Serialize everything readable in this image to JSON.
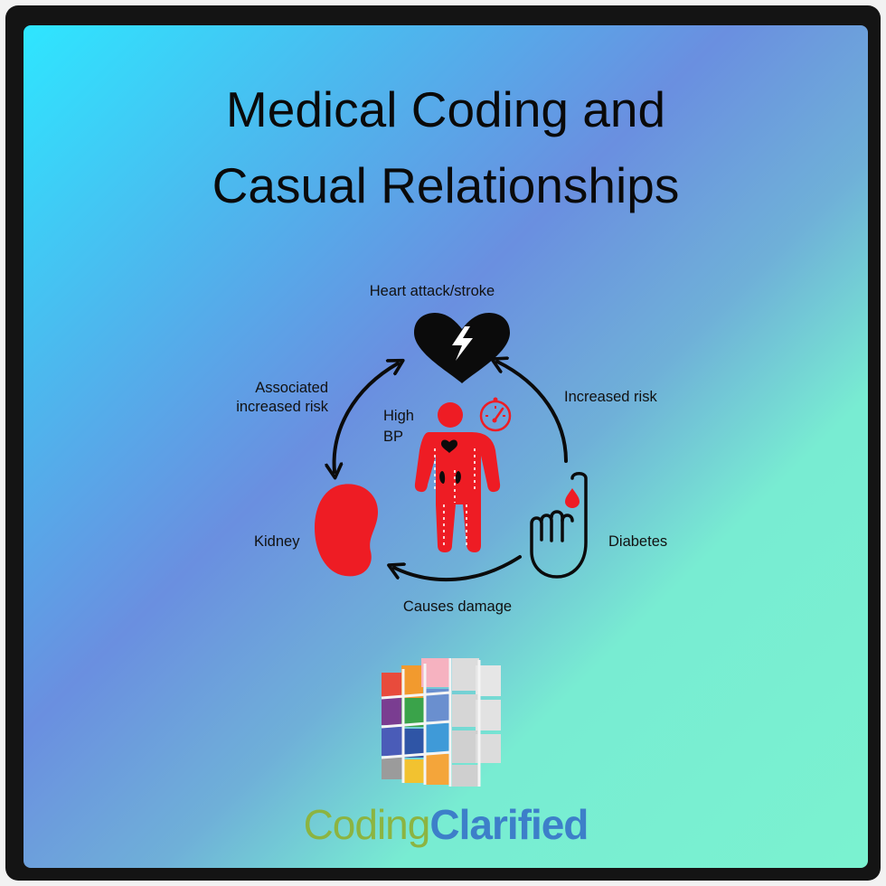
{
  "title": {
    "line1": "Medical Coding and",
    "line2": "Casual Relationships"
  },
  "diagram": {
    "nodes": {
      "heart": "Heart attack/stroke",
      "kidney": "Kidney",
      "diabetes": "Diabetes",
      "bp_line1": "High",
      "bp_line2": "BP"
    },
    "edges": {
      "diabetes_to_heart": "Increased risk",
      "kidney_heart_line1": "Associated",
      "kidney_heart_line2": "increased risk",
      "diabetes_to_kidney": "Causes damage"
    }
  },
  "brand": {
    "part1": "Coding",
    "part2": "Clarified"
  },
  "colors": {
    "accent_red": "#ee1c24",
    "icon_black": "#0b0b0b",
    "brand_green": "#8cb441",
    "brand_blue": "#3d7fc9"
  }
}
